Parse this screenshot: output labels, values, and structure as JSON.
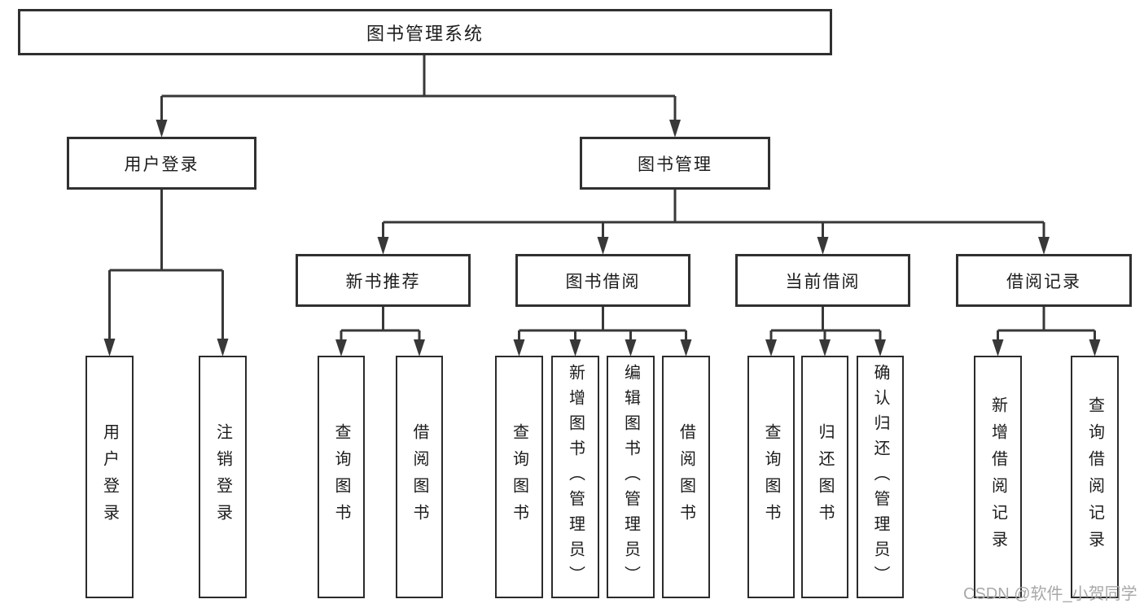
{
  "colors": {
    "line": "#383838",
    "box_border": "#303030",
    "text": "#1c1c1c",
    "background": "#ffffff",
    "watermark": "#a8a8a8"
  },
  "nodes": {
    "root": {
      "label": "图书管理系统"
    },
    "level2": {
      "user_login": {
        "label": "用户登录"
      },
      "book_management": {
        "label": "图书管理"
      }
    },
    "level3": {
      "new_book_recommendation": {
        "label": "新书推荐"
      },
      "book_borrowing": {
        "label": "图书借阅"
      },
      "current_borrowing": {
        "label": "当前借阅"
      },
      "borrowing_records": {
        "label": "借阅记录"
      }
    },
    "leaves": {
      "user_login": {
        "label": "用户登录"
      },
      "logout": {
        "label": "注销登录"
      },
      "recommend_query_books": {
        "label": "查询图书"
      },
      "recommend_borrow_books": {
        "label": "借阅图书"
      },
      "borrowing_query_books": {
        "label": "查询图书"
      },
      "borrowing_add_books": {
        "label": "新增图书（管理员）"
      },
      "borrowing_edit_books": {
        "label": "编辑图书（管理员）"
      },
      "borrowing_borrow_books": {
        "label": "借阅图书"
      },
      "current_query_books": {
        "label": "查询图书"
      },
      "current_return_books": {
        "label": "归还图书"
      },
      "current_confirm_return": {
        "label": "确认归还（管理员）"
      },
      "records_add_record": {
        "label": "新增借阅记录"
      },
      "records_query_record": {
        "label": "查询借阅记录"
      }
    }
  },
  "watermark": {
    "text": "CSDN @软件_小贺同学"
  }
}
